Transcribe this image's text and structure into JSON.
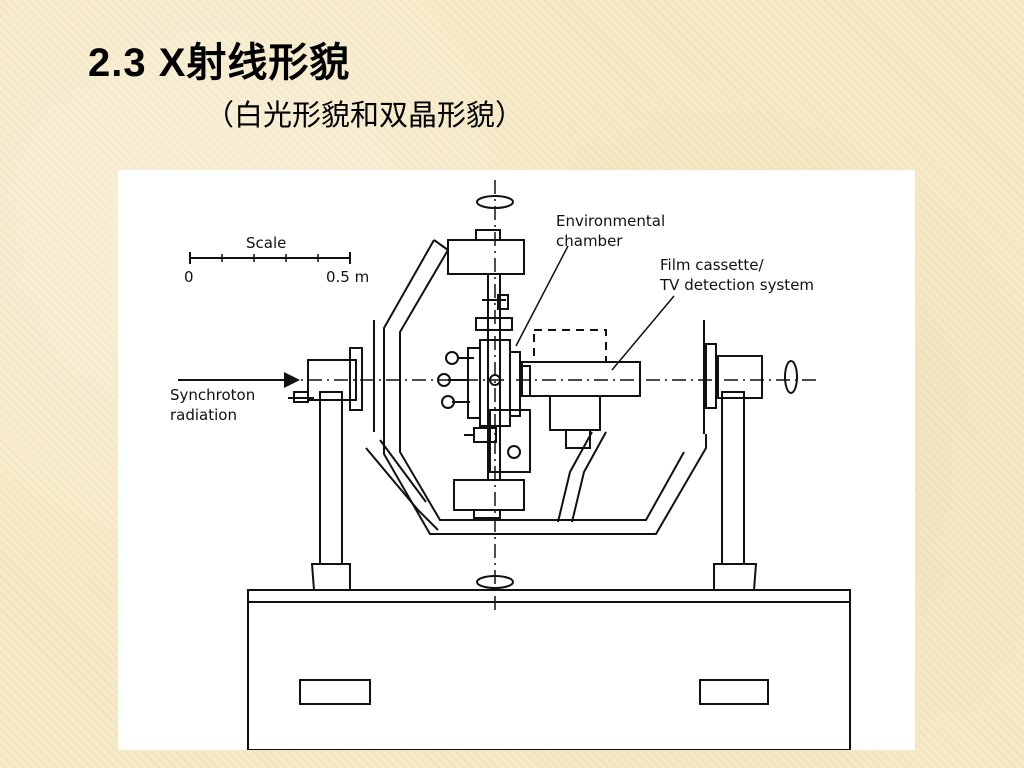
{
  "slide": {
    "title": "2.3  X射线形貌",
    "subtitle": "（白光形貌和双晶形貌）"
  },
  "diagram": {
    "scale_label": "Scale",
    "scale_start": "0",
    "scale_end": "0.5 m",
    "label_chamber_1": "Environmental",
    "label_chamber_2": "chamber",
    "label_film_1": "Film cassette/",
    "label_film_2": "TV detection system",
    "label_beam_1": "Synchroton",
    "label_beam_2": "radiation"
  }
}
